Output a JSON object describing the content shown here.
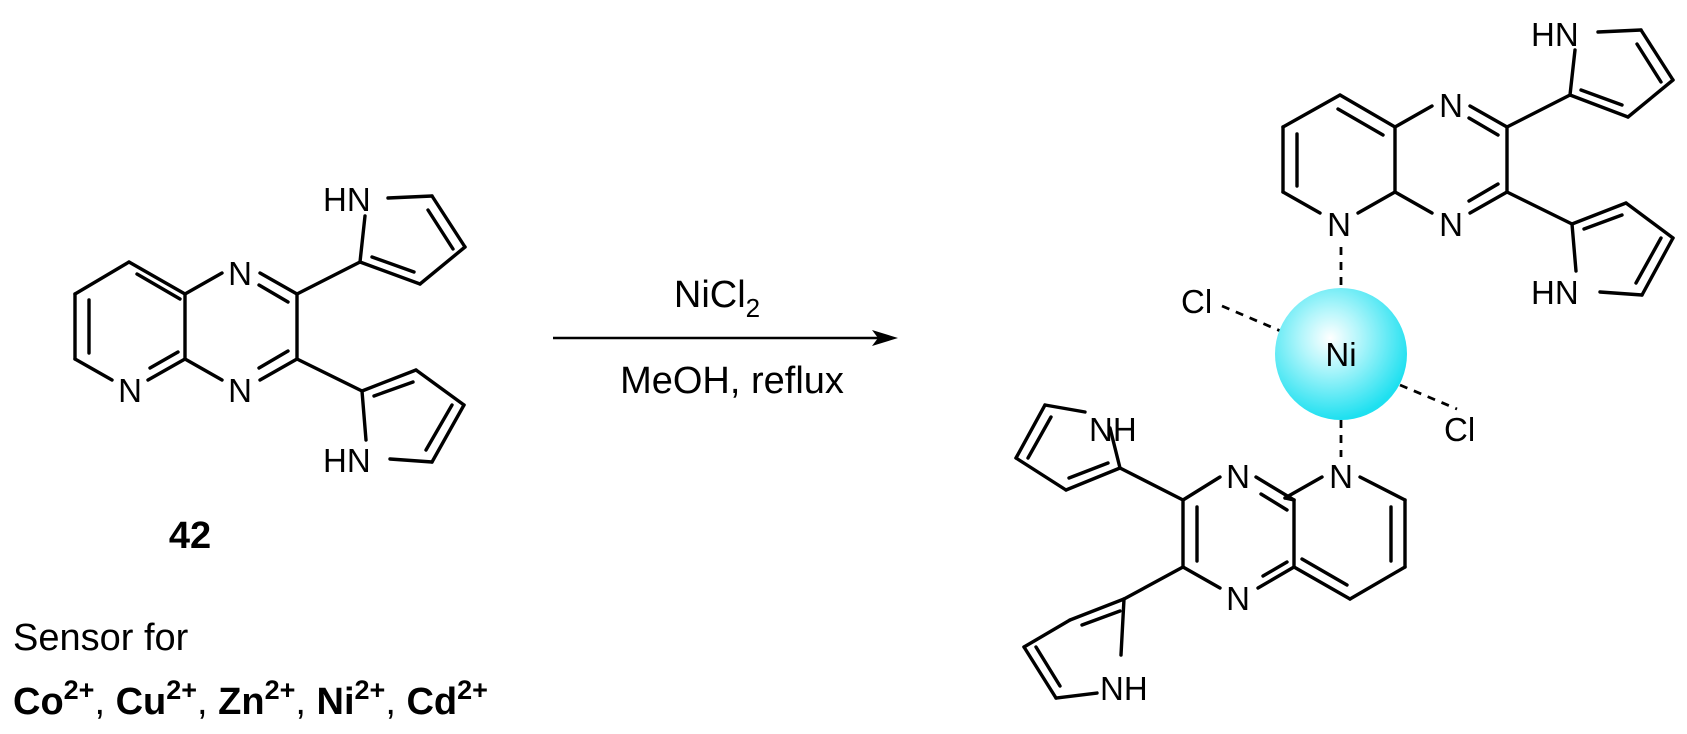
{
  "compound_number": "42",
  "atoms": {
    "N": "N",
    "HN": "HN",
    "NH": "NH",
    "Cl": "Cl",
    "Ni": "Ni"
  },
  "reagent": {
    "name": "NiCl",
    "subscript": "2",
    "conditions": "MeOH, reflux"
  },
  "caption": {
    "line1": "Sensor for",
    "ions": [
      {
        "symbol": "Co",
        "charge": "2+"
      },
      {
        "symbol": "Cu",
        "charge": "2+"
      },
      {
        "symbol": "Zn",
        "charge": "2+"
      },
      {
        "symbol": "Ni",
        "charge": "2+"
      },
      {
        "symbol": "Cd",
        "charge": "2+"
      }
    ],
    "separator": ", "
  },
  "colors": {
    "ink": "#000000",
    "nickel_sphere": "#1ee0f0"
  }
}
